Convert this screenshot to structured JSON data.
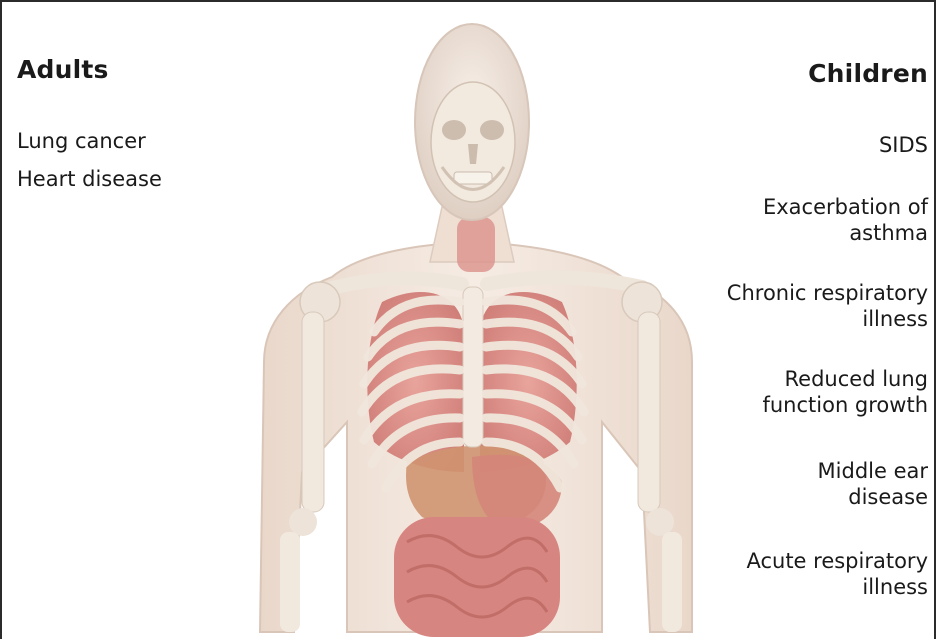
{
  "adults": {
    "heading": "Adults",
    "items": [
      "Lung cancer",
      "Heart disease"
    ]
  },
  "children": {
    "heading": "Children",
    "items": [
      "SIDS",
      "Exacerbation of\nasthma",
      "Chronic respiratory\nillness",
      "Reduced lung\nfunction growth",
      "Middle ear\ndisease",
      "Acute respiratory\nillness"
    ]
  },
  "colors": {
    "skin": "#efe1d6",
    "bone": "#f4efe6",
    "organ": "#d9867f",
    "liver": "#c9896a",
    "text": "#1a1a1a"
  }
}
